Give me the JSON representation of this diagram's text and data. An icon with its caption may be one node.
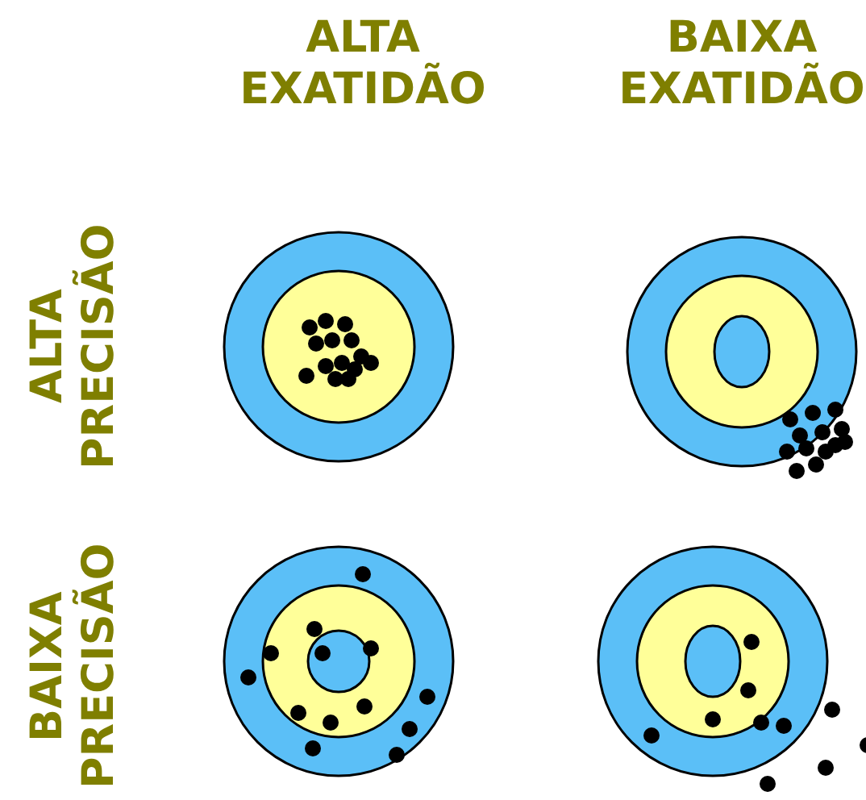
{
  "diagram": {
    "labels": [
      "ALTA EXATIDÃO",
      "BAIXA EXATIDÃO",
      "ALTA PRECISÃO",
      "BAIXA PRECISÃO"
    ]
  }
}
